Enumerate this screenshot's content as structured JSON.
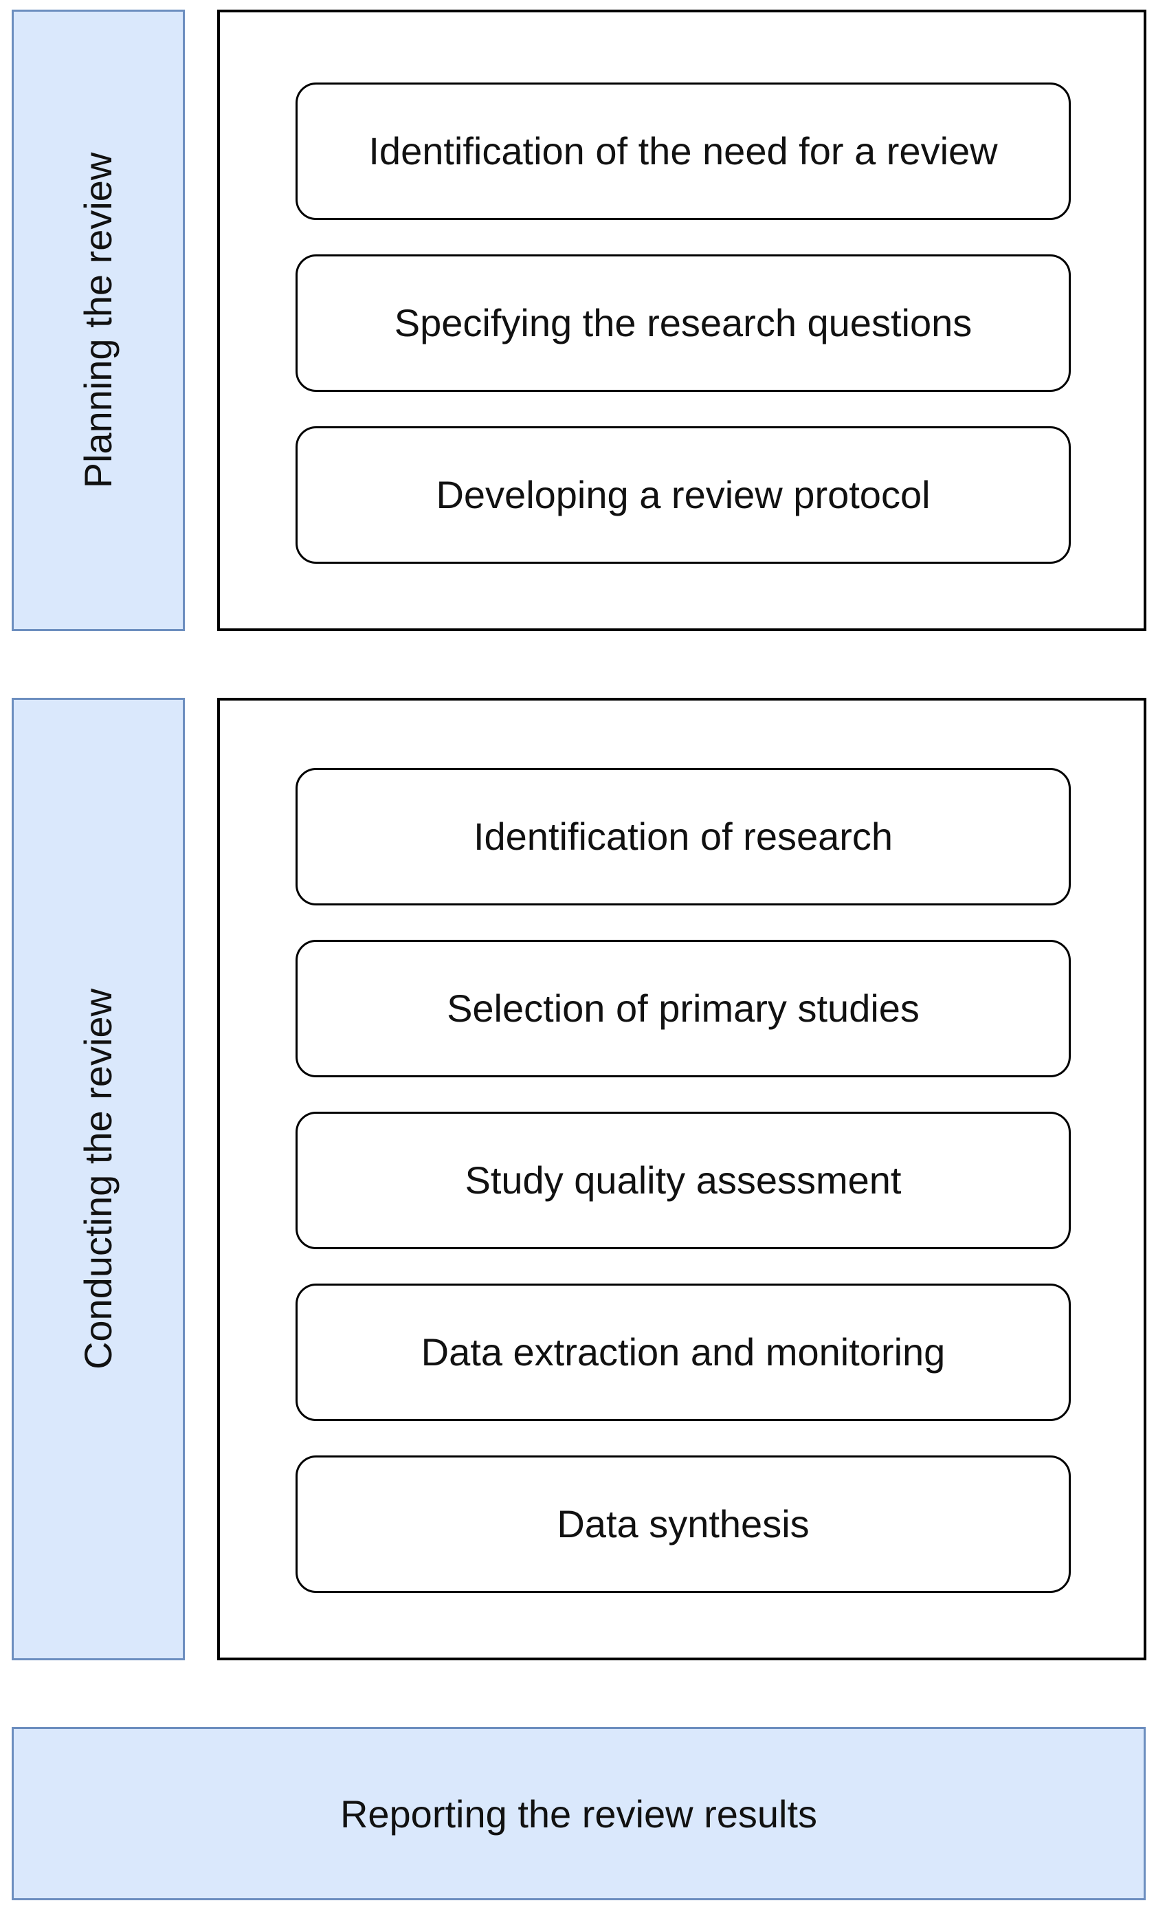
{
  "phases": [
    {
      "label": "Planning the review",
      "steps": [
        "Identification of the need for a review",
        "Specifying the research questions",
        "Developing a review protocol"
      ]
    },
    {
      "label": "Conducting the review",
      "steps": [
        "Identification of research",
        "Selection of primary studies",
        "Study quality assessment",
        "Data extraction and monitoring",
        "Data synthesis"
      ]
    }
  ],
  "reporting": {
    "label": "Reporting the review results"
  },
  "colors": {
    "lane_fill": "#dae8fc",
    "lane_border": "#6c8ebf",
    "box_border": "#000000"
  }
}
